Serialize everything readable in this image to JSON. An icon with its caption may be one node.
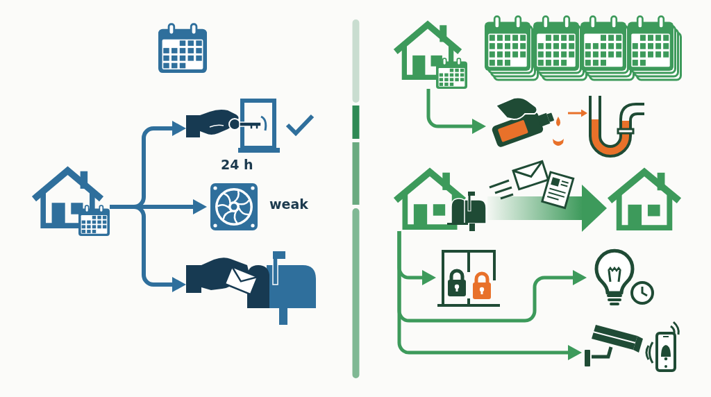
{
  "diagram": {
    "nodes": [
      {
        "text": [],
        "shape": "picture"
      },
      {
        "text": [],
        "shape": "picture"
      },
      {
        "text": [
          "24 h"
        ],
        "beside": [
          "weak"
        ]
      },
      {
        "text": [],
        "shape": "picture"
      },
      {
        "text": [],
        "shape": "picture"
      },
      {
        "text": [],
        "shape": "picture"
      },
      {
        "text": [],
        "shape": "picture"
      },
      {
        "text": [],
        "shape": "picture"
      },
      {
        "text": [],
        "shape": "picture"
      },
      {
        "text": [],
        "shape": "picture"
      },
      {
        "text": [],
        "shape": "picture"
      },
      {
        "text": [],
        "shape": "picture"
      }
    ],
    "edges": [
      {
        "from": 0,
        "to": 1,
        "arrow": "to",
        "color": "#2f6f9c"
      },
      {
        "from": 0,
        "to": 2,
        "arrow": "to",
        "color": "#2f6f9c"
      },
      {
        "from": 0,
        "to": 3,
        "arrow": "to",
        "color": "#2f6f9c"
      },
      {
        "from": 4,
        "to": 5,
        "arrow": "to"
      },
      {
        "from": 5,
        "to": 6,
        "arrow": "to",
        "color": "#e8712a"
      },
      {
        "from": 7,
        "to": 8,
        "arrow": "to",
        "style": "thick"
      },
      {
        "from": 7,
        "to": 9,
        "arrow": "to"
      },
      {
        "from": 7,
        "to": 10,
        "arrow": "to"
      },
      {
        "from": 7,
        "to": 11,
        "arrow": "to"
      }
    ]
  }
}
